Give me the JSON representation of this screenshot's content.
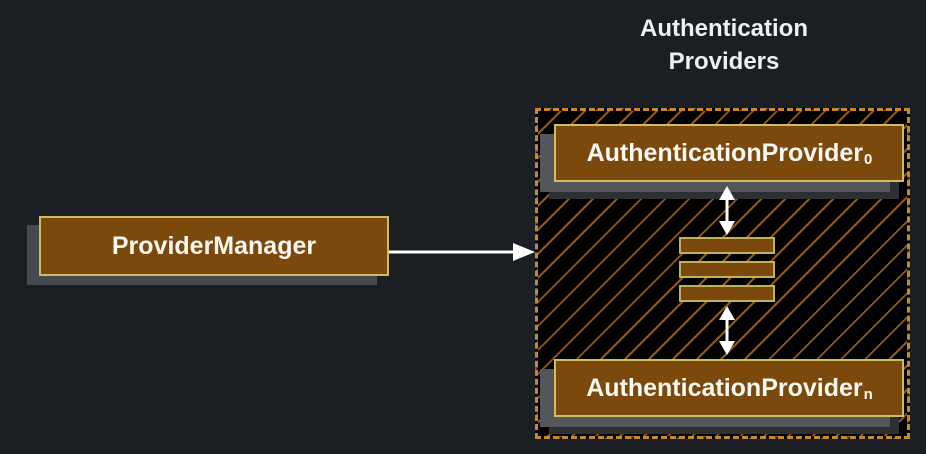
{
  "diagram": {
    "provider_manager": {
      "label": "ProviderManager"
    },
    "group": {
      "title_line1": "Authentication",
      "title_line2": "Providers",
      "items": [
        {
          "label": "AuthenticationProvider",
          "subscript": "0"
        },
        {
          "label": "AuthenticationProvider",
          "subscript": "n"
        }
      ],
      "stack_bars": 3
    },
    "connections": [
      {
        "from": "ProviderManager",
        "to": "Authentication Providers group",
        "style": "single-arrow"
      },
      {
        "from": "AuthenticationProvider0",
        "to": "provider stack",
        "style": "double-arrow"
      },
      {
        "from": "provider stack",
        "to": "AuthenticationProvidern",
        "style": "double-arrow"
      }
    ],
    "colors": {
      "page_background": "#1b1e23",
      "node_fill": "#7b490b",
      "node_border": "#ccbd60",
      "node_text": "#faf8f3",
      "group_dashed_border": "#c8882a",
      "group_background": "#000000",
      "hatch_line": "#8f5a1e",
      "shadow": "#53575c",
      "arrow": "#ffffff",
      "title_text": "#eef0f2"
    }
  }
}
